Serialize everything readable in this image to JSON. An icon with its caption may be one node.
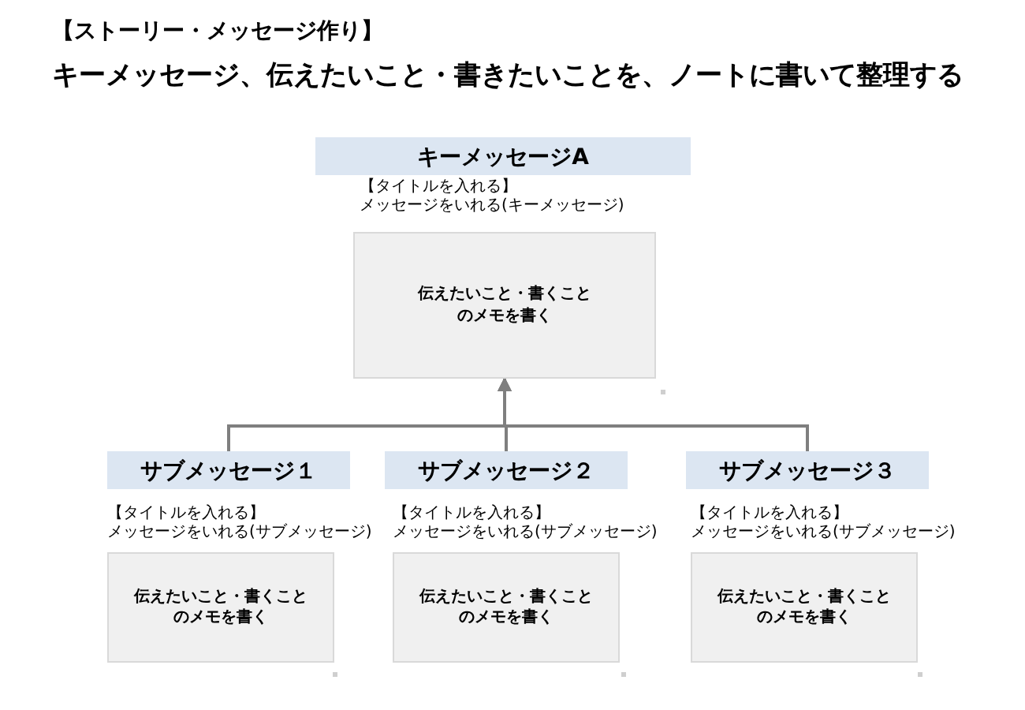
{
  "diagram": {
    "title": "【ストーリー・メッセージ作り】",
    "nodes": [
      {
        "text": [
          "キーメッセージA"
        ]
      },
      {
        "text": [
          "伝えたいこと・書くことのメモを書く"
        ],
        "beside": [
          "【タイトルを入れる】",
          "メッセージをいれる(キーメッセージ)"
        ]
      },
      {
        "text": [
          "サブメッセージ１"
        ]
      },
      {
        "text": [
          "伝えたいこと・書くことのメモを書く"
        ],
        "beside": [
          "【タイトルを入れる】",
          "メッセージをいれる(サブメッセージ)"
        ]
      },
      {
        "text": [
          "サブメッセージ２"
        ]
      },
      {
        "text": [
          "伝えたいこと・書くことのメモを書く"
        ],
        "beside": [
          "【タイトルを入れる】",
          "メッセージをいれる(サブメッセージ)"
        ]
      },
      {
        "text": [
          "サブメッセージ３"
        ]
      },
      {
        "text": [
          "伝えたいこと・書くことのメモを書く"
        ],
        "beside": [
          "【タイトルを入れる】",
          "メッセージをいれる(サブメッセージ)"
        ]
      }
    ],
    "edges": [
      {
        "from": 2,
        "to": 1,
        "arrow": "to"
      },
      {
        "from": 4,
        "to": 1,
        "arrow": "to"
      },
      {
        "from": 6,
        "to": 1,
        "arrow": "to"
      }
    ],
    "labels": [
      "キーメッセージ、伝えたいこと・書きたいことを、ノートに書いて整理する"
    ]
  }
}
